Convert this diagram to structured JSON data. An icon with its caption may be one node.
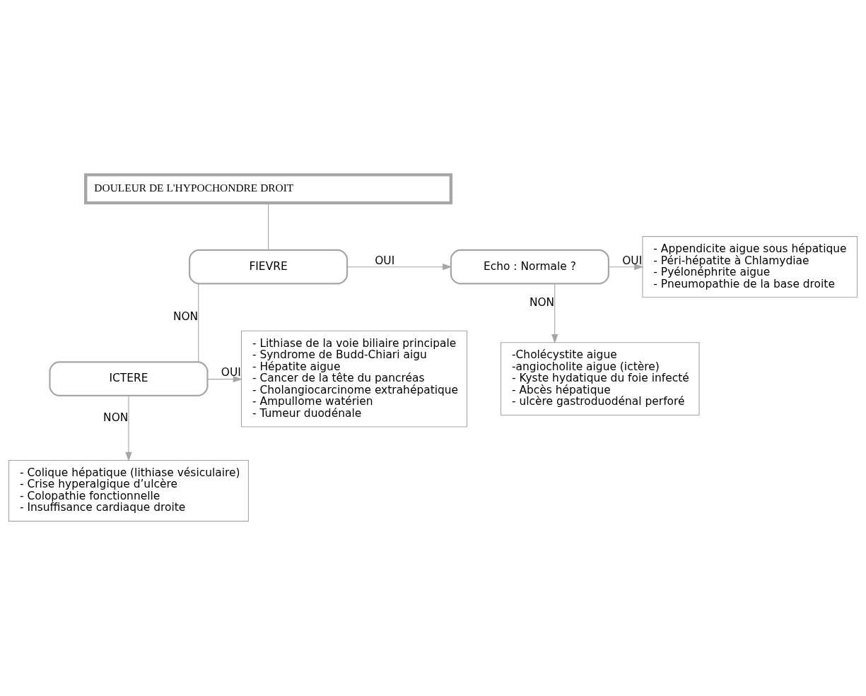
{
  "diagram": {
    "nodes": [
      {
        "text": [
          "DOULEUR DE L'HYPOCHONDRE DROIT"
        ]
      },
      {
        "text": [
          "FIEVRE"
        ]
      },
      {
        "text": [
          "Echo : Normale ?"
        ]
      },
      {
        "text": [
          "- Appendicite aigue sous hépatique",
          "- Péri-hépatite à Chlamydiae",
          "- Pyélonéphrite aigue",
          "- Pneumopathie de la base droite"
        ]
      },
      {
        "text": [
          "-Cholécystite aigue",
          "-angiocholite aigue (ictère)",
          "- Kyste hydatique du foie infecté",
          "- Abcès hépatique",
          "- ulcère gastroduodénal perforé"
        ]
      },
      {
        "text": [
          "ICTERE"
        ]
      },
      {
        "text": [
          "- Lithiase de la voie biliaire principale",
          "- Syndrome de Budd-Chiari aigu",
          "- Hépatite aigue",
          "- Cancer de la tête du pancréas",
          "- Cholangiocarcinome extrahépatique",
          "- Ampullome watérien",
          "- Tumeur duodénale"
        ]
      },
      {
        "text": [
          "- Colique hépatique (lithiase vésiculaire)",
          "- Crise hyperalgique d’ulcère",
          "- Colopathie fonctionnelle",
          "- Insuffisance cardiaque droite"
        ]
      }
    ],
    "edges": [
      {
        "from": 0,
        "to": 1,
        "arrow": "none"
      },
      {
        "from": 1,
        "to": 2,
        "label": "OUI",
        "arrow": "to"
      },
      {
        "from": 2,
        "to": 3,
        "label": "OUI",
        "arrow": "to"
      },
      {
        "from": 2,
        "to": 4,
        "label": "NON",
        "arrow": "to"
      },
      {
        "from": 1,
        "to": 5,
        "label": "NON",
        "arrow": "none"
      },
      {
        "from": 5,
        "to": 6,
        "label": "OUI",
        "arrow": "to"
      },
      {
        "from": 5,
        "to": 7,
        "label": "NON",
        "arrow": "to"
      }
    ]
  }
}
